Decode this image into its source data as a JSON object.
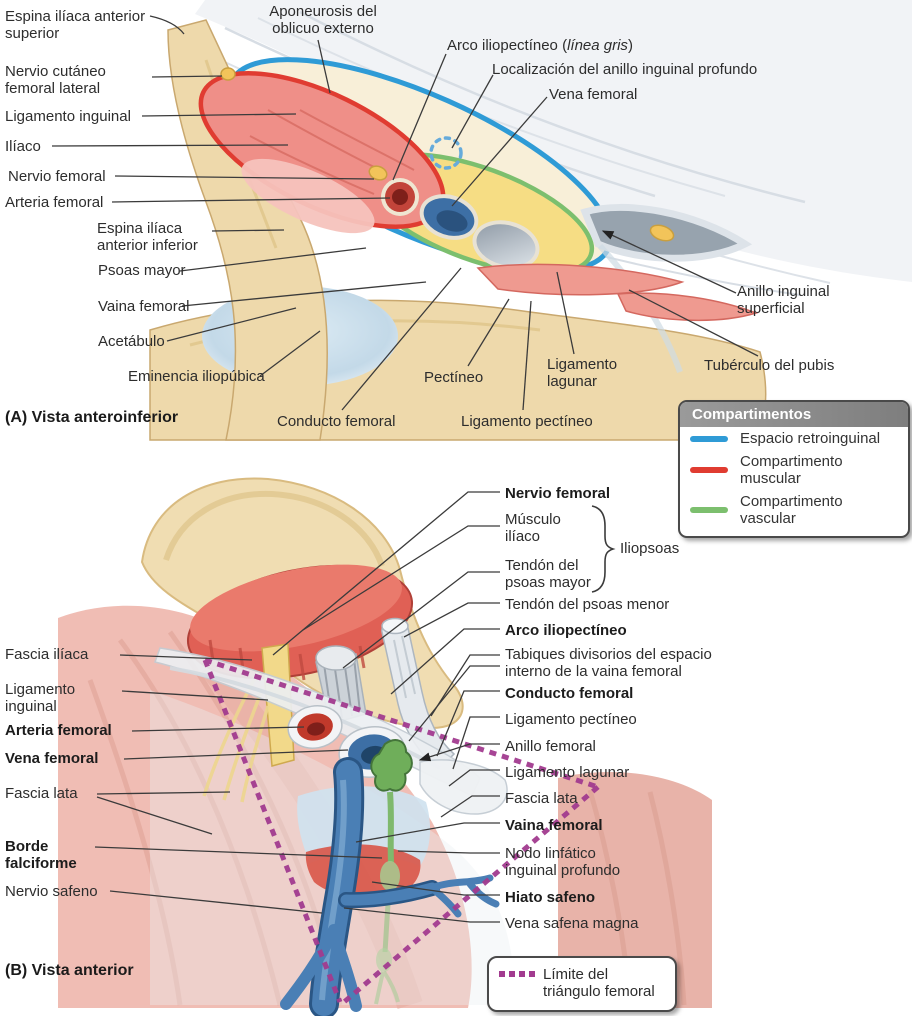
{
  "figure": {
    "type": "anatomical-diagram",
    "language": "es",
    "subject": "Región inguinofemoral: vaina femoral y triángulo femoral"
  },
  "panel_a": {
    "title": "(A) Vista anteroinferior",
    "labels": {
      "espina_iliaca_anterior_superior": "Espina ilíaca anterior superior",
      "aponeurosis_oblicuo_externo": "Aponeurosis del oblicuo externo",
      "arco_iliopectineo_prefix": "Arco iliopectíneo (",
      "arco_iliopectineo_italic": "línea gris",
      "arco_iliopectineo_suffix": ")",
      "localizacion_anillo_profundo": "Localización del anillo inguinal profundo",
      "vena_femoral": "Vena femoral",
      "nervio_cutaneo_femoral_lateral": "Nervio cutáneo femoral lateral",
      "ligamento_inguinal": "Ligamento inguinal",
      "iliaco": "Ilíaco",
      "nervio_femoral": "Nervio femoral",
      "arteria_femoral": "Arteria femoral",
      "espina_iliaca_anterior_inferior": "Espina ilíaca anterior inferior",
      "psoas_mayor": "Psoas mayor",
      "vaina_femoral": "Vaina femoral",
      "acetabulo": "Acetábulo",
      "eminencia_iliopubica": "Eminencia iliopúbica",
      "conducto_femoral": "Conducto femoral",
      "pectineo": "Pectíneo",
      "ligamento_pectineo": "Ligamento pectíneo",
      "ligamento_lagunar": "Ligamento lagunar",
      "anillo_inguinal_superficial": "Anillo inguinal superficial",
      "tuberculo_del_pubis": "Tubérculo del pubis"
    }
  },
  "legend_compartimentos": {
    "title": "Compartimentos",
    "items": [
      {
        "label": "Espacio retroinguinal",
        "color": "#2f9bd6"
      },
      {
        "label": "Compartimento muscular",
        "color": "#e03c31"
      },
      {
        "label": "Compartimento vascular",
        "color": "#7cbf6e"
      }
    ]
  },
  "panel_b": {
    "title": "(B) Vista anterior",
    "labels": {
      "nervio_femoral": "Nervio femoral",
      "musculo_iliaco": "Músculo ilíaco",
      "tendon_psoas_mayor": "Tendón del psoas mayor",
      "iliopsoas": "Iliopsoas",
      "tendon_psoas_menor": "Tendón del psoas menor",
      "arco_iliopectineo": "Arco iliopectíneo",
      "tabiques_divisorios": "Tabiques divisorios del espacio interno de la vaina femoral",
      "conducto_femoral": "Conducto femoral",
      "ligamento_pectineo": "Ligamento pectíneo",
      "anillo_femoral": "Anillo femoral",
      "ligamento_lagunar": "Ligamento lagunar",
      "fascia_lata_derecha": "Fascia lata",
      "vaina_femoral": "Vaina femoral",
      "nodo_linfatico_inguinal_profundo": "Nodo linfático inguinal profundo",
      "hiato_safeno": "Hiato safeno",
      "vena_safena_magna": "Vena safena magna",
      "fascia_iliaca": "Fascia ilíaca",
      "ligamento_inguinal": "Ligamento inguinal",
      "arteria_femoral": "Arteria femoral",
      "vena_femoral": "Vena femoral",
      "fascia_lata_izquierda": "Fascia lata",
      "borde_falciforme": "Borde falciforme",
      "nervio_safeno": "Nervio safeno"
    }
  },
  "legend_triangulo": {
    "label": "Límite del triángulo femoral",
    "color": "#a23b8f"
  },
  "colors": {
    "bone": "#eed9ab",
    "muscle_pink": "#ef8f88",
    "artery_red": "#b03a33",
    "vein_blue": "#3d6fa5",
    "canal_gray": "#7e8b96",
    "fat_yellow": "#f6dd84",
    "nerve_yellow": "#f2c45a",
    "retroinguinal_blue": "#2f9bd6",
    "muscular_red": "#e03c31",
    "vascular_green": "#7cbf6e",
    "triangle_magenta": "#a23b8f"
  }
}
